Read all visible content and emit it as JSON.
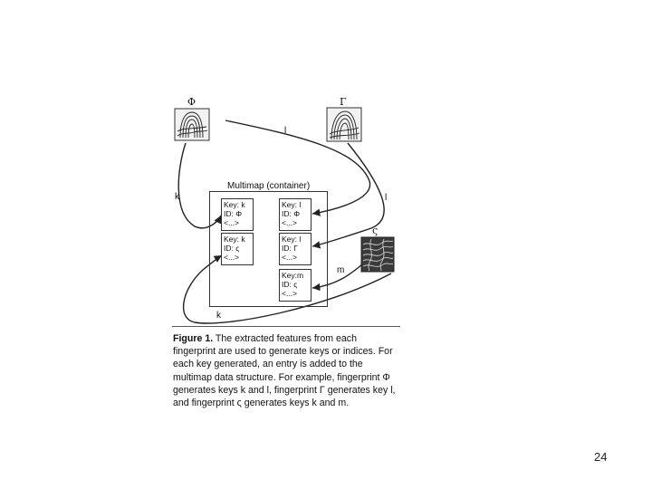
{
  "fingerprints": {
    "phi": {
      "symbol": "Φ"
    },
    "gamma": {
      "symbol": "Γ"
    },
    "zeta": {
      "symbol": "ς"
    }
  },
  "edge_labels": {
    "phi_to_l": "l",
    "phi_to_k": "k",
    "gamma_to_l": "l",
    "zeta_to_m": "m",
    "zeta_to_k": "k"
  },
  "container": {
    "title": "Multimap (container)",
    "entries": [
      {
        "key": "Key: k",
        "id": "ID: Φ",
        "value": "<...>"
      },
      {
        "key": "Key: l",
        "id": "ID: Φ",
        "value": "<...>"
      },
      {
        "key": "Key: k",
        "id": "ID: ς",
        "value": "<...>"
      },
      {
        "key": "Key: l",
        "id": "ID: Γ",
        "value": "<...>"
      },
      {
        "key": "Key:m",
        "id": "ID: ς",
        "value": "<...>"
      }
    ]
  },
  "caption": {
    "label": "Figure 1.",
    "text": "The extracted features from each fingerprint are used to generate keys or indices. For each key generated, an entry is added to the multimap data structure. For example, fingerprint Φ generates keys k and l, fingerprint Γ generates key l, and fingerprint ς generates keys k and m."
  },
  "page_number": "24"
}
